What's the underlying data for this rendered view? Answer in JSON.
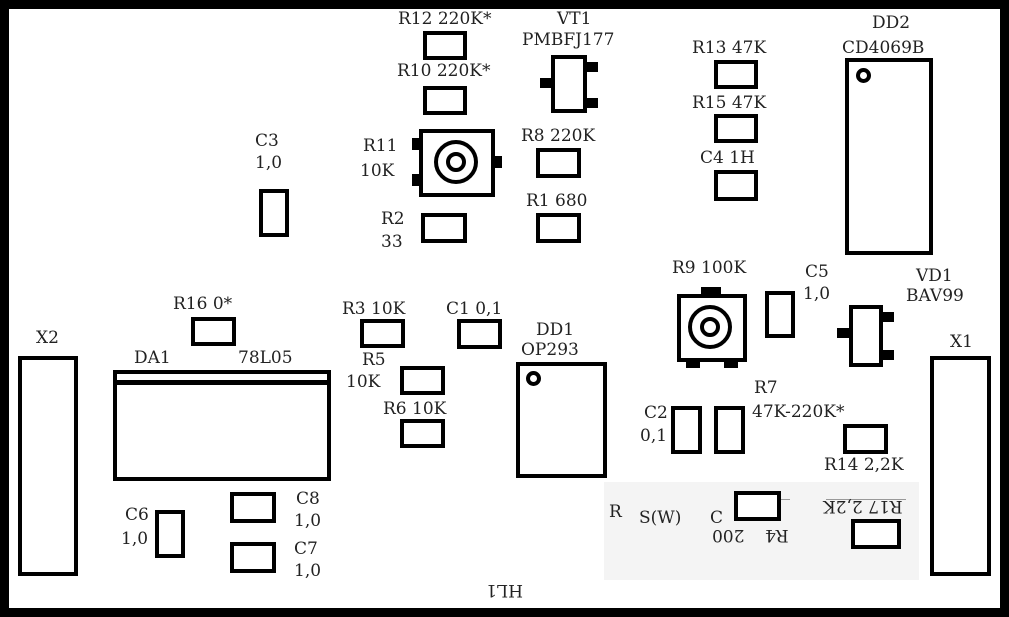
{
  "board": {
    "colors": {
      "outline": "#000000",
      "text": "#222222",
      "background": "#ffffff"
    }
  },
  "labels": {
    "r12": "R12  220K*",
    "vt1_ref": "VT1",
    "vt1_part": "PMBFJ177",
    "r10": "R10  220K*",
    "r13": "R13   47K",
    "dd2_ref": "DD2",
    "dd2_part": "CD4069B",
    "r15": "R15   47K",
    "c3_ref": "C3",
    "c3_val": "1,0",
    "r11_ref": "R11",
    "r11_val": "10K",
    "r8": "R8  220K",
    "c4": "C4    1H",
    "r1": "R1    680",
    "r2_ref": "R2",
    "r2_val": "33",
    "r9": "R9   100K",
    "c5_ref": "C5",
    "c5_val": "1,0",
    "vd1_ref": "VD1",
    "vd1_part": "BAV99",
    "r16": "R16    0*",
    "r3": "R3    10K",
    "c1": "C1   0,1",
    "x2": "X2",
    "dd1_ref": "DD1",
    "dd1_part": "OP293",
    "x1": "X1",
    "da1_ref": "DA1",
    "da1_part": "78L05",
    "r5_ref": "R5",
    "r5_val": "10K",
    "r7_ref": "R7",
    "r7_val": "47K-220K*",
    "r6": "R6   10K",
    "c2_ref": "C2",
    "c2_val": "0,1",
    "r14": "R14  2,2K",
    "c8_ref": "C8",
    "c8_val": "1,0",
    "c6_ref": "C6",
    "c6_val": "1,0",
    "r_mark": "R",
    "s_w": "S(W)",
    "c_mark": "C",
    "r4_ref": "R4",
    "r4_val": "200",
    "r17": "R17  2,2K",
    "c7_ref": "C7",
    "c7_val": "1,0",
    "hl1": "HL1"
  }
}
